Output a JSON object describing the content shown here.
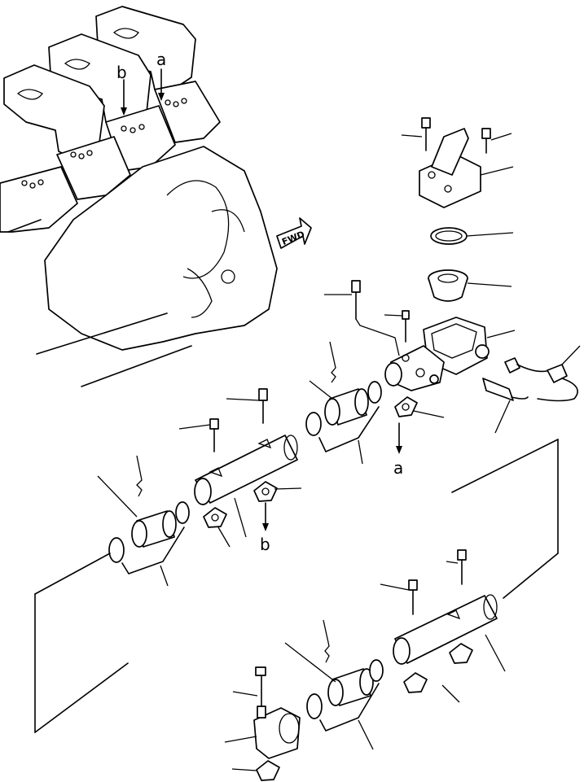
{
  "labels": {
    "ref_a_top": "a",
    "ref_b_top": "b",
    "ref_a_mid": "a",
    "ref_b_mid": "b",
    "fwd": "FWD"
  }
}
